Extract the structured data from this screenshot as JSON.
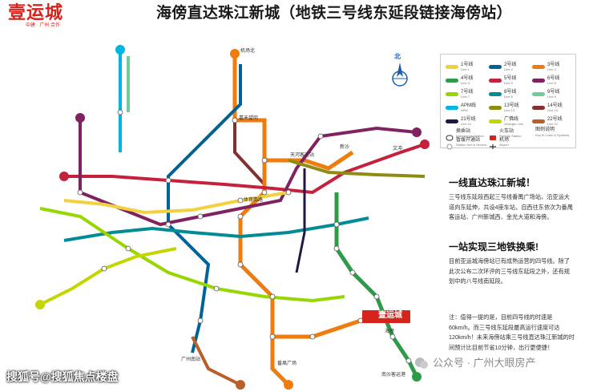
{
  "header": {
    "brand_main": "壹运城",
    "brand_sub": "中建 · 广州 合作",
    "title": "海傍直达珠江新城（地铁三号线东延段链接海傍站）"
  },
  "compass": {
    "label": "北"
  },
  "legend": {
    "lines": [
      {
        "label": "1号线",
        "sub": "Line 1",
        "color": "#f3d03e"
      },
      {
        "label": "2号线",
        "sub": "Line 2",
        "color": "#00629b"
      },
      {
        "label": "3号线",
        "sub": "Line 3",
        "color": "#ee7c0e"
      },
      {
        "label": "4号线",
        "sub": "Line 4",
        "color": "#2e9b48"
      },
      {
        "label": "5号线",
        "sub": "Line 5",
        "color": "#c5203c"
      },
      {
        "label": "6号线",
        "sub": "Line 6",
        "color": "#80225f"
      },
      {
        "label": "7号线",
        "sub": "Line 7",
        "color": "#97d700"
      },
      {
        "label": "8号线",
        "sub": "Line 8",
        "color": "#008c95"
      },
      {
        "label": "9号线",
        "sub": "Line 9",
        "color": "#71cc98"
      },
      {
        "label": "APM线",
        "sub": "APM",
        "color": "#00b5e2"
      },
      {
        "label": "13号线",
        "sub": "Line 13",
        "color": "#8e8c13"
      },
      {
        "label": "14号线",
        "sub": "Line 14",
        "color": "#81312f"
      },
      {
        "label": "21号线",
        "sub": "Line 21",
        "color": "#201747"
      },
      {
        "label": "广佛线",
        "sub": "Guangfo Line",
        "color": "#c4d600"
      },
      {
        "label": "22号线",
        "sub": "Line 22",
        "color": "#b95f29"
      }
    ],
    "symbols": [
      {
        "label": "换乘站",
        "sub": "Interchange Station"
      },
      {
        "label": "火车站",
        "sub": "Railway Station"
      },
      {
        "label": "图例说明",
        "sub": "Key to Lines & Symbols"
      },
      {
        "label": "暂缓开通站",
        "sub": "Station Not in Service"
      },
      {
        "label": "机场",
        "sub": "Airport"
      }
    ]
  },
  "panel": {
    "h1": "一线直达珠江新城！",
    "p1": "三号线东延段西起三号线番禺广场站，沿亚运大道向东延伸，共设4座车站，自西往东依次为番禺客运站、广州新城西、金光大道和海傍。",
    "h2": "一站实现三地铁换乘!",
    "p2": "目前亚运城海傍站已有成熟运营的四号线。除了此次公布二次环评的三号线东延段之外，还有规划中的八号线南延段。",
    "note": "注：值得一提的是，目前四号线的时速是60km/h。而三号线东延段最高运行速度可达120km/h！未来海傍站乘三号线直达珠江新城的时间预计比目前节省10分钟，出行更便捷！"
  },
  "map": {
    "marker_label": "壹运城",
    "stations": [
      {
        "name": "天河客运站",
        "color": "#ee7c0e"
      },
      {
        "name": "番禺广场",
        "color": "#ee7c0e"
      },
      {
        "name": "海傍",
        "color": "#2e9b48"
      },
      {
        "name": "广州南站",
        "color": "#c5203c"
      },
      {
        "name": "嘉禾望岗",
        "color": "#ee7c0e"
      },
      {
        "name": "体育西路",
        "color": "#00629b"
      },
      {
        "name": "机场北",
        "color": "#ee7c0e"
      },
      {
        "name": "文冲",
        "color": "#c5203c"
      },
      {
        "name": "新沙",
        "color": "#ee7c0e"
      },
      {
        "name": "南沙客运港",
        "color": "#2e9b48"
      }
    ]
  },
  "watermark": {
    "left": "搜狐号@搜狐焦点楼盘",
    "right": "公众号 · 广州大眼房产"
  }
}
